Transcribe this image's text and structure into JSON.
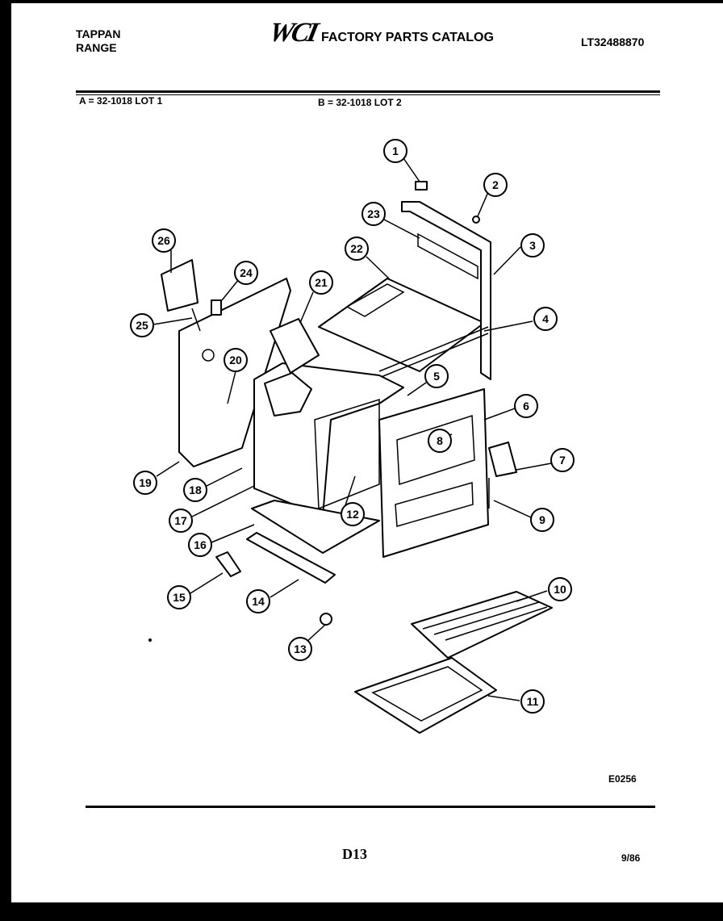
{
  "header": {
    "brand_line1": "TAPPAN",
    "brand_line2": "RANGE",
    "logo": "WCI",
    "catalog_title": "FACTORY PARTS CATALOG",
    "model_number": "LT32488870"
  },
  "lots": {
    "a": "A = 32-1018 LOT 1",
    "b": "B = 32-1018 LOT 2"
  },
  "callouts": [
    "1",
    "2",
    "3",
    "4",
    "5",
    "6",
    "7",
    "8",
    "9",
    "10",
    "11",
    "12",
    "13",
    "14",
    "15",
    "16",
    "17",
    "18",
    "19",
    "20",
    "21",
    "22",
    "23",
    "24",
    "25",
    "26"
  ],
  "footer": {
    "diagram_code": "E0256",
    "page_number": "D13",
    "date": "9/86"
  }
}
